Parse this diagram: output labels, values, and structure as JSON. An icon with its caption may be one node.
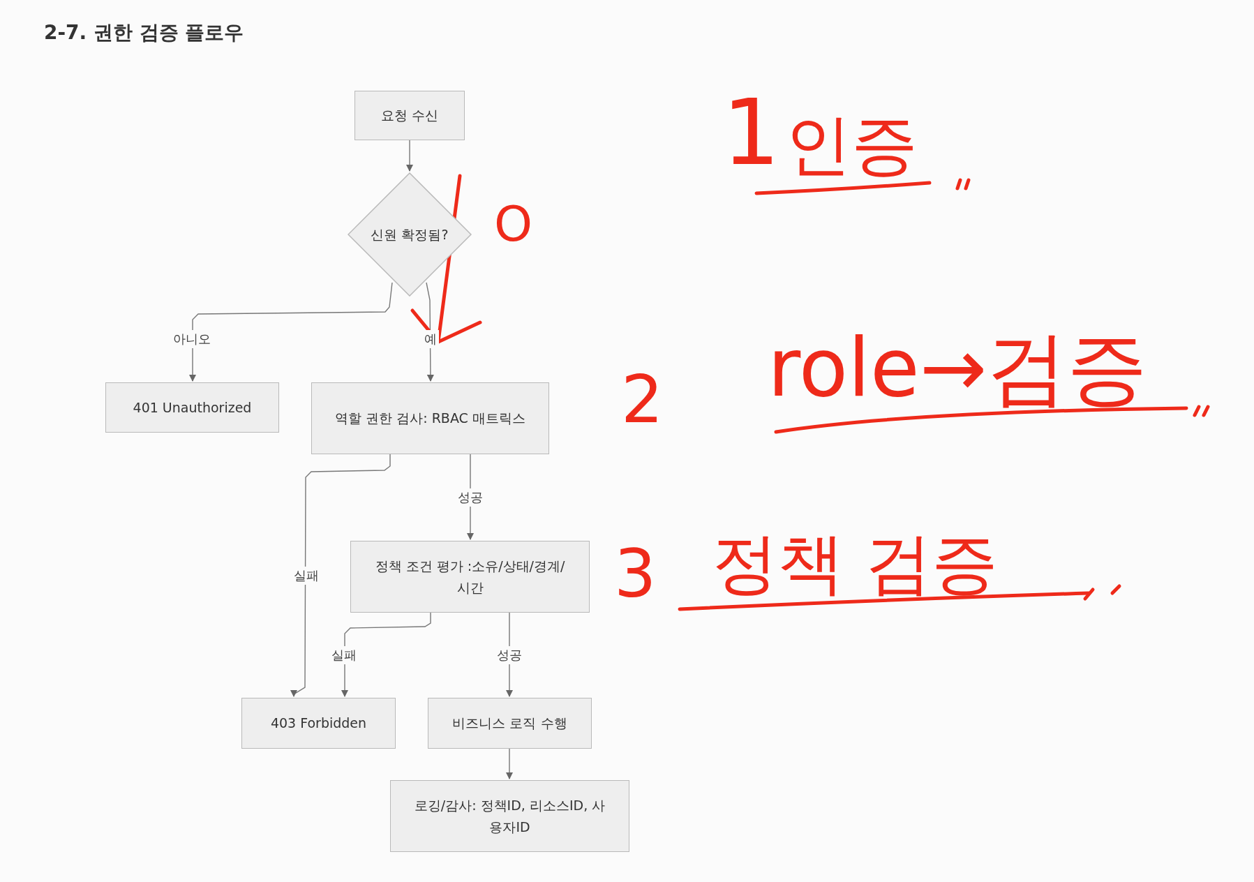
{
  "diagram": {
    "title": "2-7. 권한 검증 플로우",
    "nodes": [
      {
        "text": [
          "요청 수신"
        ]
      },
      {
        "text": [
          "신원 확정됨?"
        ]
      },
      {
        "text": [
          "401 Unauthorized"
        ]
      },
      {
        "text": [
          "역할 권한 검사: RBAC 매트릭스"
        ]
      },
      {
        "text": [
          "정책 조건 평가 :소유/상태/경계/시간"
        ]
      },
      {
        "text": [
          "403 Forbidden"
        ]
      },
      {
        "text": [
          "비즈니스 로직 수행"
        ]
      },
      {
        "text": [
          "로깅/감사: 정책ID, 리소스ID, 사용자ID"
        ]
      }
    ],
    "edges": [
      {
        "from": 0,
        "to": 1,
        "arrow": "to"
      },
      {
        "from": 1,
        "to": 2,
        "arrow": "to",
        "label": "아니오"
      },
      {
        "from": 1,
        "to": 3,
        "arrow": "to",
        "label": "예"
      },
      {
        "from": 3,
        "to": 4,
        "arrow": "to",
        "label": "성공"
      },
      {
        "from": 3,
        "to": 5,
        "arrow": "to",
        "label": "실패"
      },
      {
        "from": 4,
        "to": 5,
        "arrow": "to",
        "label": "실패"
      },
      {
        "from": 4,
        "to": 6,
        "arrow": "to",
        "label": "성공"
      },
      {
        "from": 6,
        "to": 7,
        "arrow": "to"
      }
    ],
    "labels": [
      "O",
      "1",
      "인증",
      "2",
      "role→검증",
      "3",
      "정책 검증"
    ]
  }
}
